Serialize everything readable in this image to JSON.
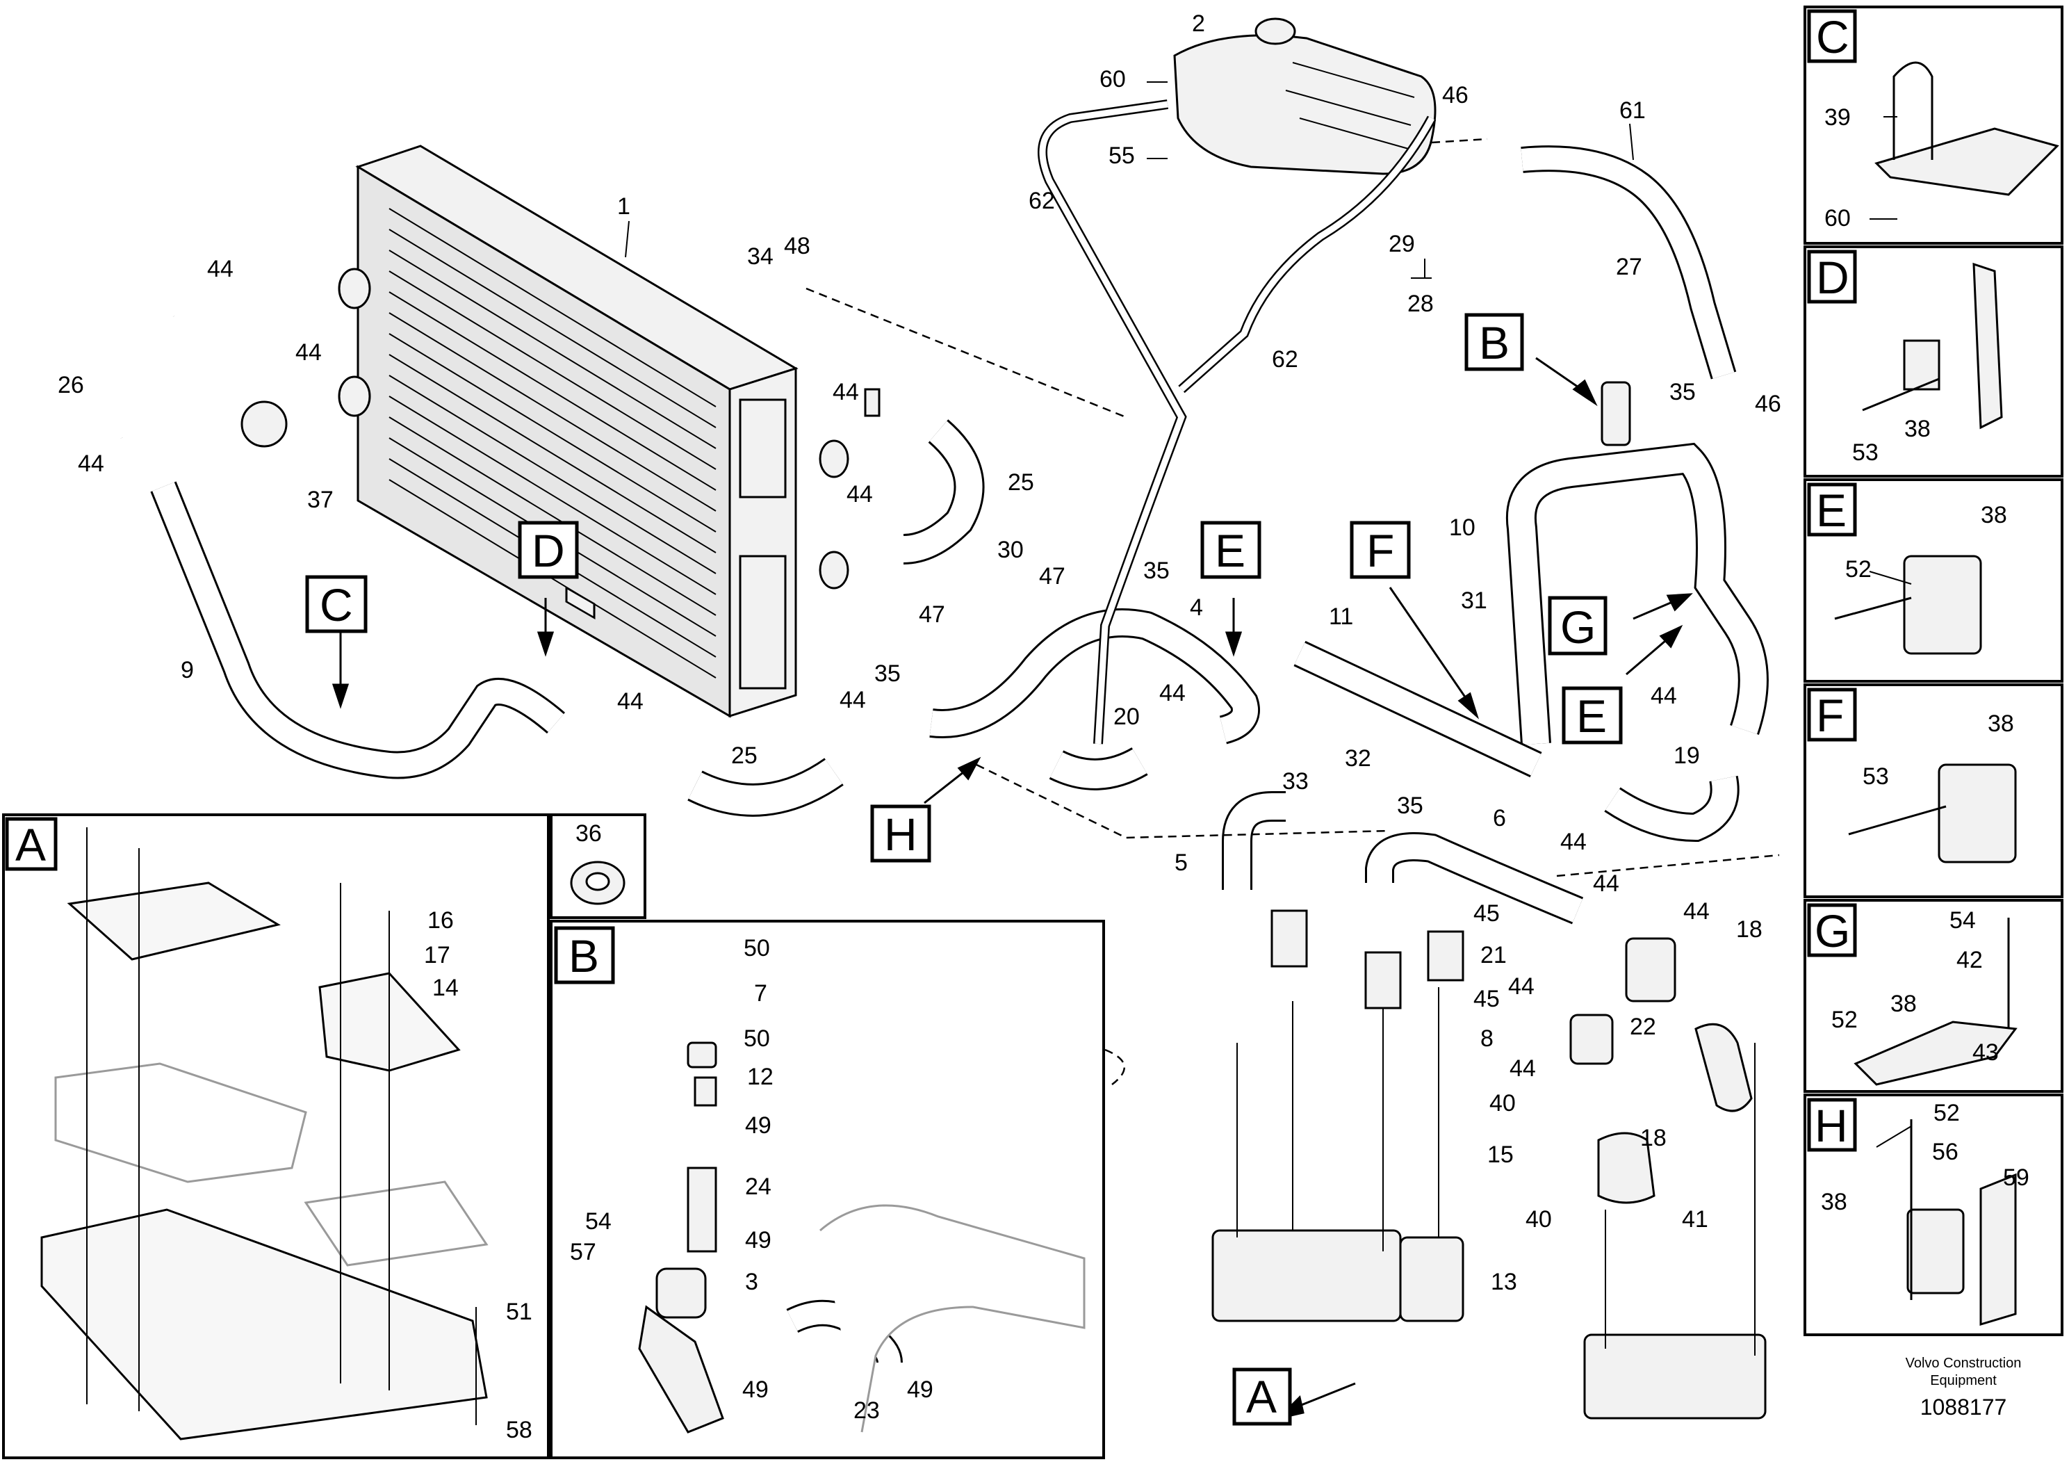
{
  "callouts": {
    "c1": "1",
    "c2": "2",
    "c3": "3",
    "c4": "4",
    "c5": "5",
    "c6": "6",
    "c7": "7",
    "c8": "8",
    "c9": "9",
    "c10": "10",
    "c11": "11",
    "c12": "12",
    "c13": "13",
    "c14": "14",
    "c15": "15",
    "c16": "16",
    "c17": "17",
    "c18": "18",
    "c19": "19",
    "c20": "20",
    "c21": "21",
    "c22": "22",
    "c23": "23",
    "c24": "24",
    "c25": "25",
    "c26": "26",
    "c27": "27",
    "c28": "28",
    "c29": "29",
    "c30": "30",
    "c31": "31",
    "c32": "32",
    "c33": "33",
    "c34": "34",
    "c35": "35",
    "c36": "36",
    "c37": "37",
    "c38": "38",
    "c39": "39",
    "c40": "40",
    "c41": "41",
    "c42": "42",
    "c43": "43",
    "c44": "44",
    "c45": "45",
    "c46": "46",
    "c47": "47",
    "c48": "48",
    "c49": "49",
    "c50": "50",
    "c51": "51",
    "c52": "52",
    "c53": "53",
    "c54": "54",
    "c55": "55",
    "c56": "56",
    "c57": "57",
    "c58": "58",
    "c59": "59",
    "c60": "60",
    "c61": "61",
    "c62": "62"
  },
  "views": {
    "A": "A",
    "B": "B",
    "C": "C",
    "D": "D",
    "E": "E",
    "F": "F",
    "G": "G",
    "H": "H"
  },
  "footer": {
    "manufacturer_line1": "Volvo Construction",
    "manufacturer_line2": "Equipment",
    "drawing_number": "1088177"
  }
}
